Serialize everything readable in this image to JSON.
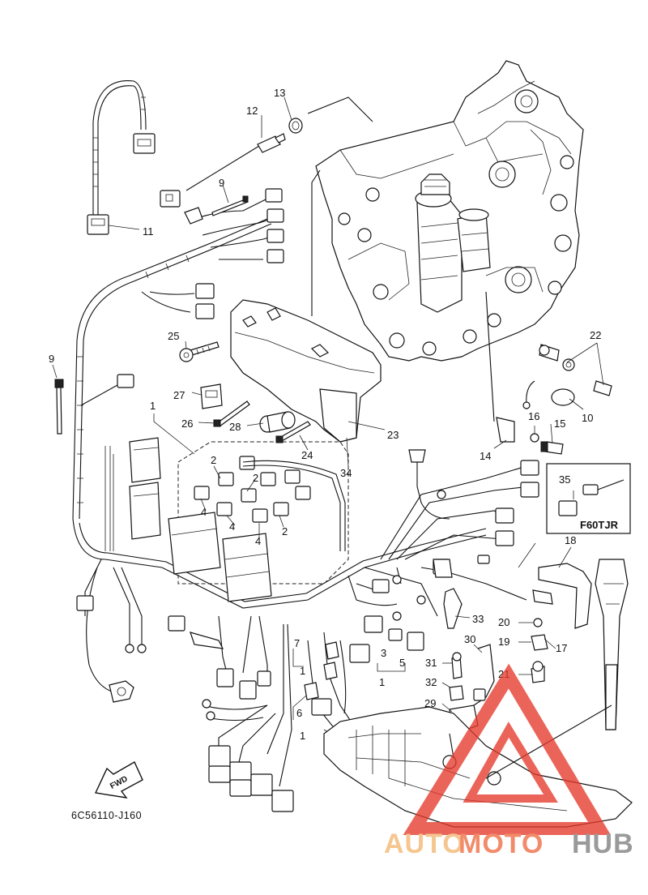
{
  "diagram": {
    "drawing_code": "6C56110-J160",
    "fwd_label": "FWD",
    "variant_label": "F60TJR",
    "callouts": [
      "1",
      "2",
      "3",
      "4",
      "5",
      "6",
      "7",
      "9",
      "10",
      "11",
      "12",
      "13",
      "14",
      "15",
      "16",
      "17",
      "18",
      "19",
      "20",
      "21",
      "22",
      "23",
      "24",
      "25",
      "26",
      "27",
      "28",
      "29",
      "30",
      "31",
      "32",
      "33",
      "34",
      "35"
    ]
  },
  "watermark": {
    "part1": "AUTO",
    "part2": "MOTO",
    "part3": "HUB",
    "colors": {
      "auto": "#f5c68f",
      "moto": "#f28b6a",
      "hub": "#9a9a9a",
      "triangle": "#e6392b"
    }
  }
}
